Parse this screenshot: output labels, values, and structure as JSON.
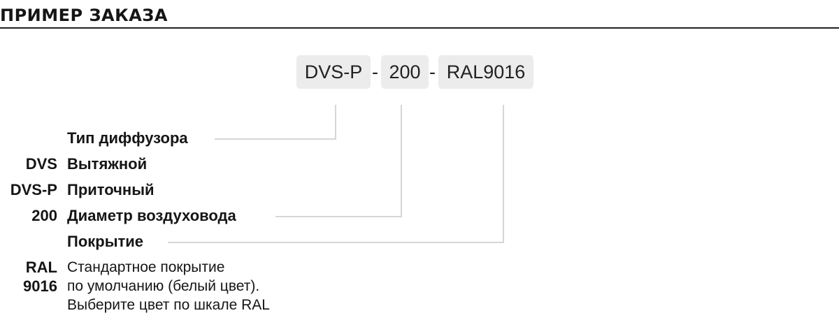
{
  "header": {
    "title": "ПРИМЕР ЗАКАЗА"
  },
  "code": {
    "part1": "DVS-P",
    "part2": "200",
    "part3": "RAL9016",
    "separator": "-"
  },
  "legend": {
    "type_title": "Тип диффузора",
    "dvs_code": "DVS",
    "dvs_desc": "Вытяжной",
    "dvsp_code": "DVS-P",
    "dvsp_desc": "Приточный",
    "diam_code": "200",
    "diam_desc": "Диаметр воздуховода",
    "coat_title": "Покрытие",
    "ral_code_1": "RAL",
    "ral_code_2": "9016",
    "ral_line_1": "Стандартное покрытие",
    "ral_line_2": "по умолчанию (белый цвет).",
    "ral_line_3": "Выберите цвет по шкале RAL"
  }
}
